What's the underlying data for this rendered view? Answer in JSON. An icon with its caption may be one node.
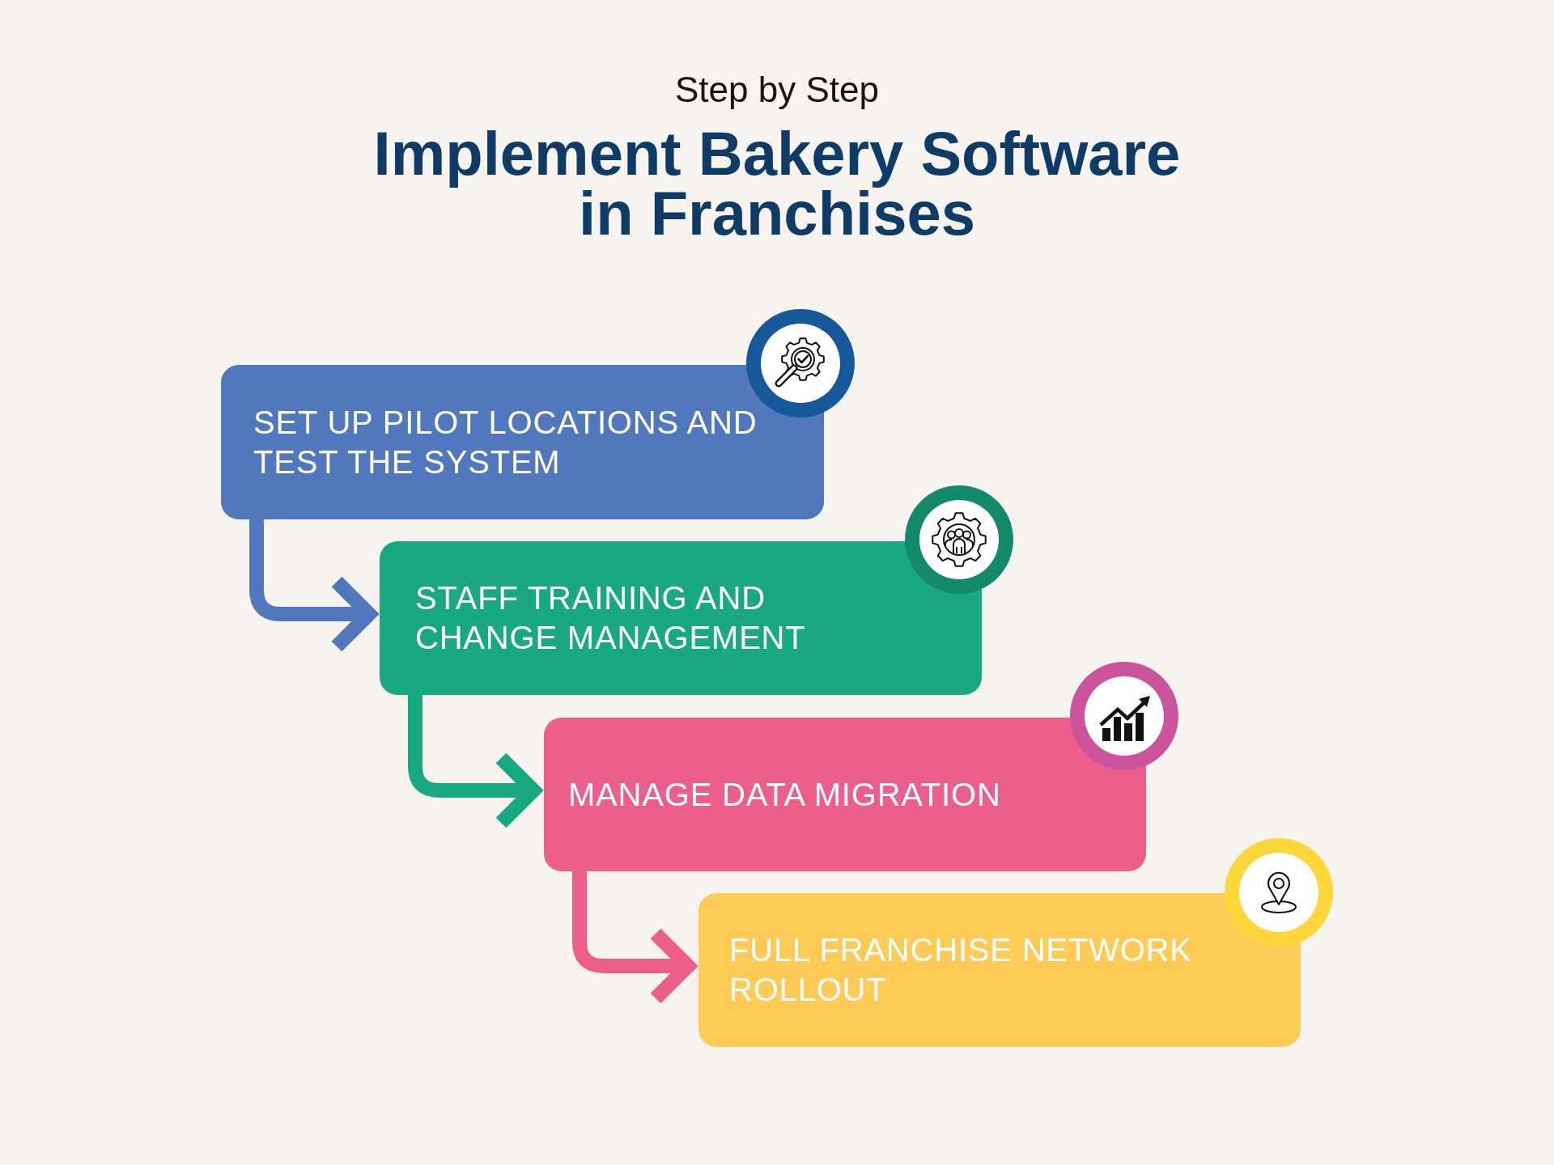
{
  "diagram": {
    "title": "Implement Bakery Software in Franchises",
    "nodes": [
      {
        "text": [
          "SET UP PILOT LOCATIONS AND TEST THE SYSTEM"
        ]
      },
      {
        "text": [
          "STAFF TRAINING AND CHANGE MANAGEMENT"
        ]
      },
      {
        "text": [
          "MANAGE DATA MIGRATION"
        ]
      },
      {
        "text": [
          "FULL FRANCHISE NETWORK ROLLOUT"
        ]
      }
    ],
    "edges": [
      {
        "from": 0,
        "to": 1,
        "arrow": "to",
        "color": "#5177bd"
      },
      {
        "from": 1,
        "to": 2,
        "arrow": "to",
        "color": "#19a982"
      },
      {
        "from": 2,
        "to": 3,
        "arrow": "to",
        "color": "#ec5f8a"
      }
    ],
    "labels": [
      "Step by Step"
    ]
  }
}
